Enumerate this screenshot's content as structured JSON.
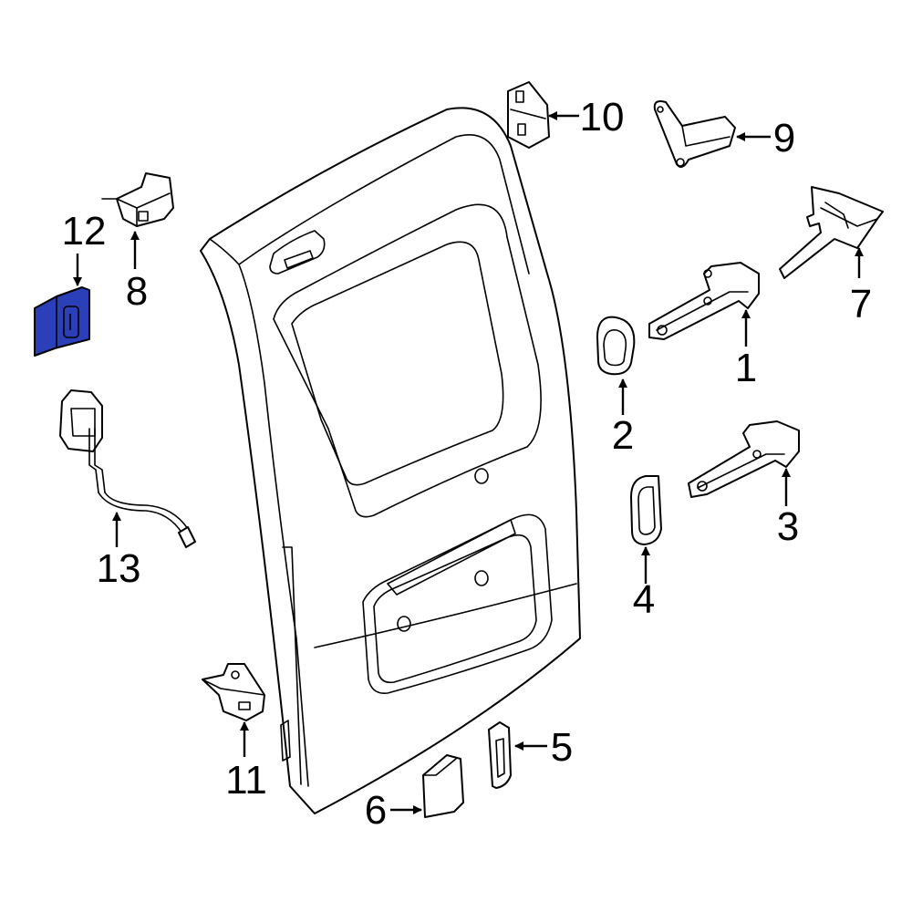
{
  "diagram": {
    "colors": {
      "line": "#000000",
      "background": "#ffffff",
      "highlight": "#2b3fb8"
    },
    "highlighted_part": "12",
    "callouts": [
      {
        "id": "c1",
        "label": "1"
      },
      {
        "id": "c2",
        "label": "2"
      },
      {
        "id": "c3",
        "label": "3"
      },
      {
        "id": "c4",
        "label": "4"
      },
      {
        "id": "c5",
        "label": "5"
      },
      {
        "id": "c6",
        "label": "6"
      },
      {
        "id": "c7",
        "label": "7"
      },
      {
        "id": "c8",
        "label": "8"
      },
      {
        "id": "c9",
        "label": "9"
      },
      {
        "id": "c10",
        "label": "10"
      },
      {
        "id": "c11",
        "label": "11"
      },
      {
        "id": "c12",
        "label": "12"
      },
      {
        "id": "c13",
        "label": "13"
      }
    ]
  }
}
